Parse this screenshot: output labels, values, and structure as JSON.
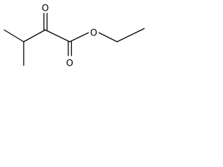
{
  "molecule": {
    "atoms": {
      "ketone_oxygen": "O",
      "carbonyl_oxygen": "O",
      "ester_oxygen": "O"
    },
    "colors": {
      "bond": "#000000",
      "label": "#000000",
      "background": "#ffffff"
    }
  }
}
